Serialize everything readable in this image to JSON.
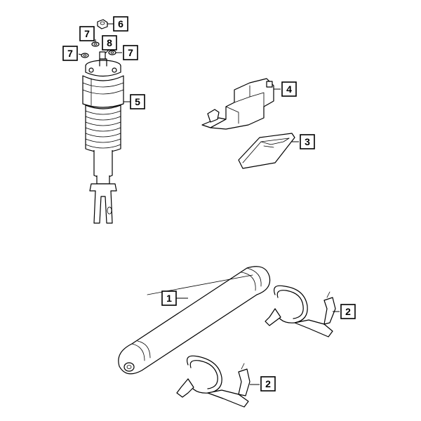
{
  "callouts": {
    "c1": "1",
    "c2a": "2",
    "c2b": "2",
    "c3": "3",
    "c4": "4",
    "c5": "5",
    "c6": "6",
    "c7a": "7",
    "c7b": "7",
    "c7c": "7",
    "c8": "8"
  }
}
